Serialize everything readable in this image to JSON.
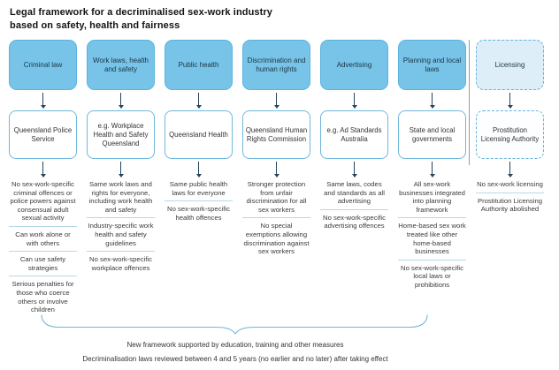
{
  "title": "Legal framework for a decriminalised sex-work industry based on safety, health and fairness",
  "columns": [
    {
      "header": "Criminal law",
      "agency": "Queensland Police Service",
      "dashed": false,
      "items": [
        "No sex-work-specific criminal offences or police powers against consensual adult sexual activity",
        "Can work alone or with others",
        "Can use safety strategies",
        "Serious penalties for those who coerce others or involve children"
      ]
    },
    {
      "header": "Work laws, health and safety",
      "agency": "e.g. Workplace Health and Safety Queensland",
      "dashed": false,
      "items": [
        "Same work laws and rights for everyone, including work health and safety",
        "Industry-specific work health and safety guidelines",
        "No sex-work-specific workplace offences"
      ]
    },
    {
      "header": "Public health",
      "agency": "Queensland Health",
      "dashed": false,
      "items": [
        "Same public health laws for everyone",
        "No sex-work-specific health offences"
      ]
    },
    {
      "header": "Discrimination and human rights",
      "agency": "Queensland Human Rights Commission",
      "dashed": false,
      "items": [
        "Stronger protection from unfair discrimination for all sex workers",
        "No special exemptions allowing discrimination against sex workers"
      ]
    },
    {
      "header": "Advertising",
      "agency": "e.g. Ad Standards Australia",
      "dashed": false,
      "items": [
        "Same laws, codes and standards as all advertising",
        "No sex-work-specific advertising offences"
      ]
    },
    {
      "header": "Planning and local laws",
      "agency": "State and local governments",
      "dashed": false,
      "items": [
        "All sex-work businesses integrated into planning framework",
        "Home-based sex work treated like other home-based businesses",
        "No sex-work-specific local laws or prohibitions"
      ]
    },
    {
      "header": "Licensing",
      "agency": "Prostitution Licensing Authority",
      "dashed": true,
      "items": [
        "No sex-work licensing",
        "Prostitution Licensing Authority abolished"
      ]
    }
  ],
  "footer": {
    "line1": "New framework supported by education, training and other measures",
    "line2": "Decriminalisation laws reviewed between 4 and 5 years (no earlier and no later) after taking effect"
  },
  "colors": {
    "header_fill": "#77c4e8",
    "header_border": "#5ab3dd",
    "dashed_fill": "#ddeef8",
    "dashed_border": "#64b2dc",
    "agency_border": "#6fb8dd",
    "item_divider": "#b6d9e6",
    "connector": "#24455c",
    "brace": "#74b3d8",
    "section_divider": "#9b9b9b"
  }
}
